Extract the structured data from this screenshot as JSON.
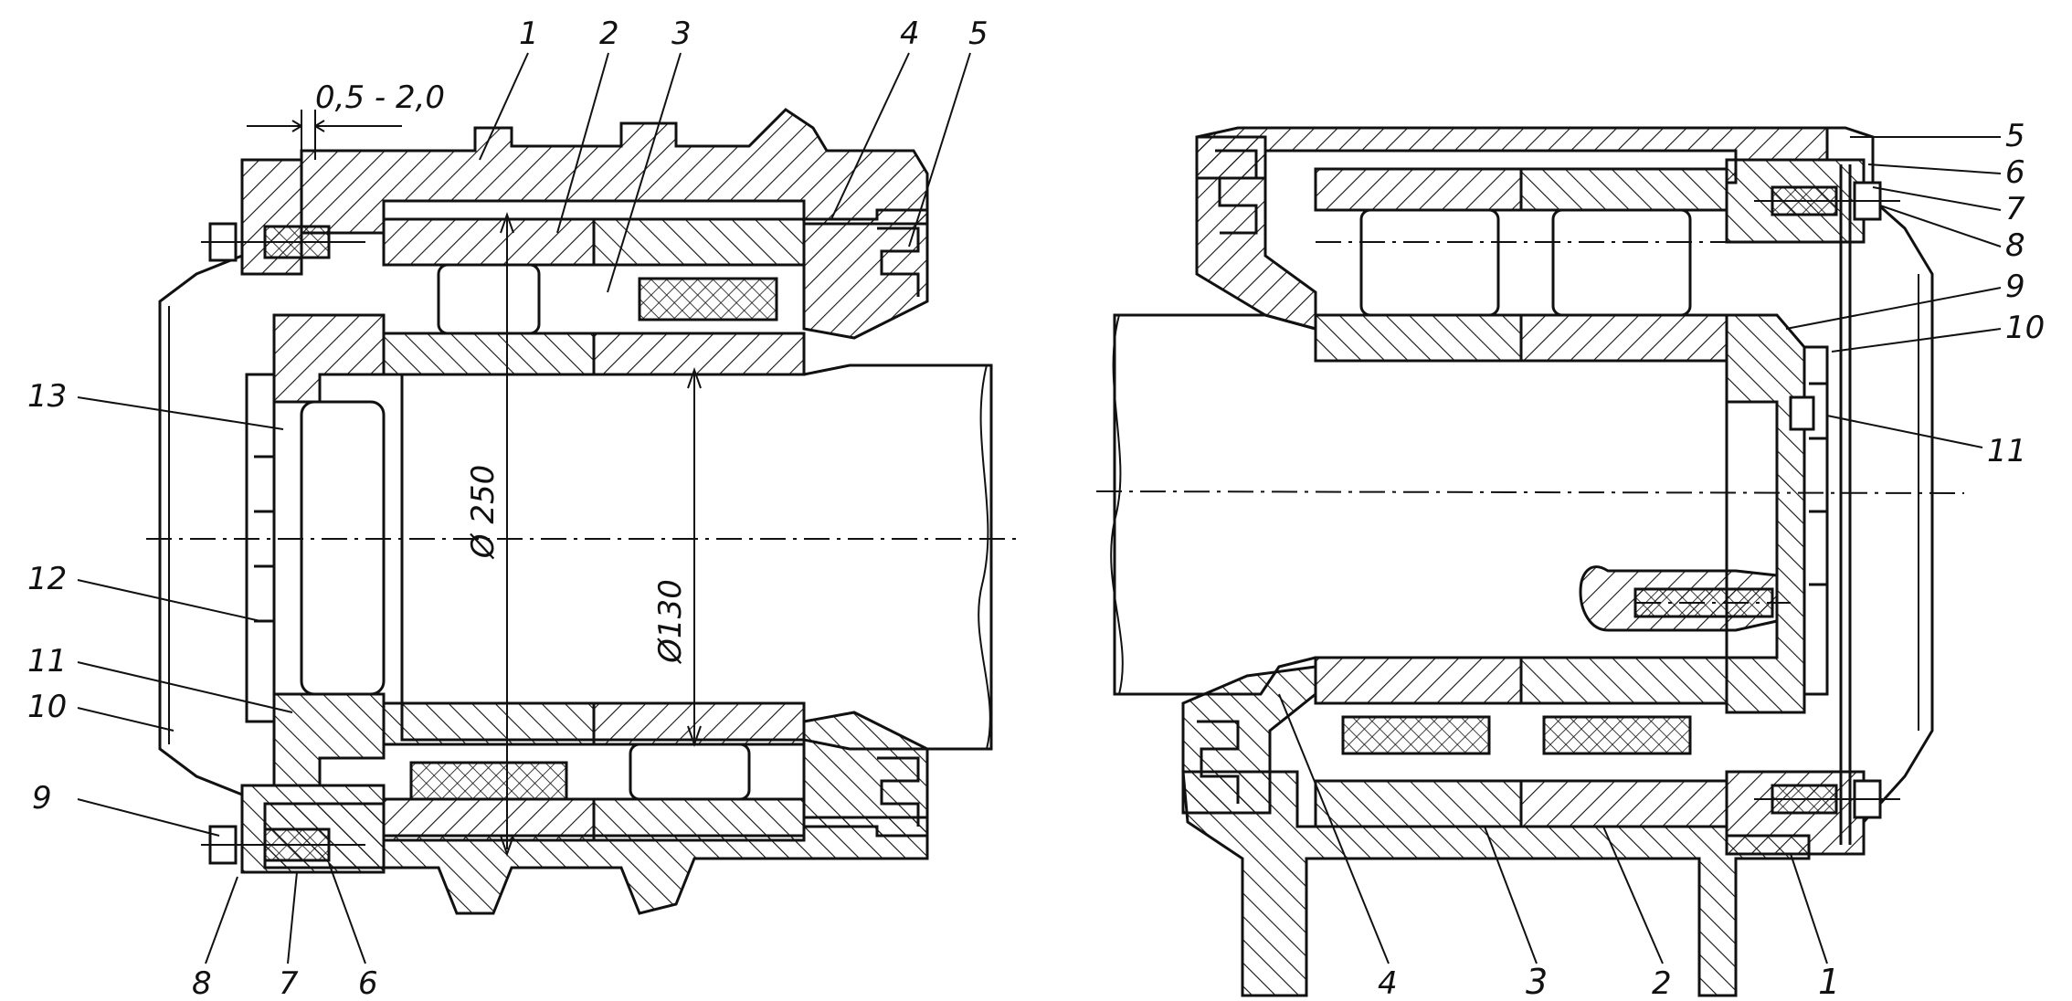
{
  "left_view": {
    "labels": [
      "1",
      "2",
      "3",
      "4",
      "5",
      "13",
      "12",
      "11",
      "10",
      "9",
      "8",
      "7",
      "6"
    ],
    "dimensions": {
      "gap": "0,5 - 2,0",
      "outer_diameter": "Ø 250",
      "inner_diameter": "Ø130"
    }
  },
  "right_view": {
    "labels": [
      "5",
      "6",
      "7",
      "8",
      "9",
      "10",
      "11",
      "4",
      "3",
      "2",
      "1"
    ]
  },
  "colors": {
    "ink": "#111111",
    "paper": "#ffffff"
  }
}
